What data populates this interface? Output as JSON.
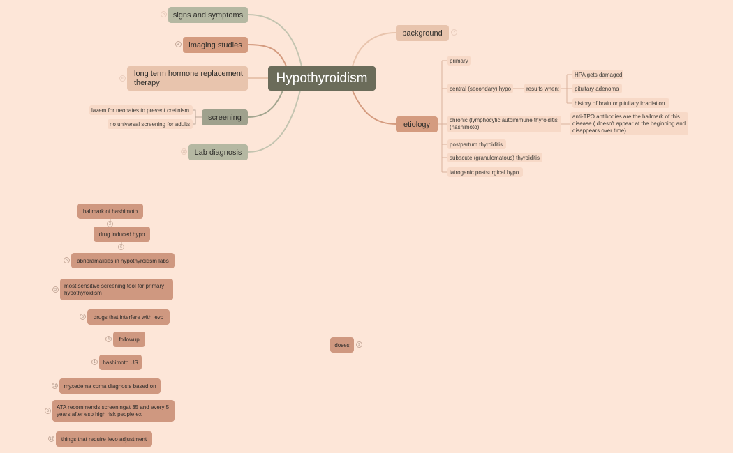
{
  "root": {
    "title": "Hypothyroidism"
  },
  "branches": {
    "signs_and_symptoms": {
      "label": "signs and symptoms",
      "count": "8"
    },
    "imaging_studies": {
      "label": "imaging studies",
      "count": "4"
    },
    "long_term_hrt": {
      "label": "long term hormone replacement therapy",
      "count": "10"
    },
    "screening": {
      "label": "screening",
      "children": [
        "lazem for neonates to prevent cretinism",
        "no universal screening for adults"
      ]
    },
    "lab_diagnosis": {
      "label": "Lab diagnosis",
      "count": "12"
    },
    "background": {
      "label": "background",
      "count": "2"
    },
    "etiology": {
      "label": "etiology",
      "children": {
        "primary": "primary",
        "central": "central (secondary) hypo",
        "results_when": "results when:",
        "results": [
          "HPA gets damaged",
          "pituitary adenoma",
          "history of brain or pituitary irradiation"
        ],
        "chronic": "chronic (lymphocytic autoimmune thyroiditis (hashimoto)",
        "anti_tpo": "anti-TPO antibodies are the hallmark of this disease ( doesn't appear at the beginning and disappears over time)",
        "postpartum": "postpartum thyroiditis",
        "subacute": "subacute (granulomatous) thyroiditis",
        "iatrogenic": "iatrogenic postsurgical hypo"
      }
    }
  },
  "floating": [
    {
      "label": "hallmark of hashimoto",
      "count": "3"
    },
    {
      "label": "drug induced hypo",
      "count": "6"
    },
    {
      "label": "abnoramalities in hypothyroidsm labs",
      "count": "5"
    },
    {
      "label": "most sensitive screening tool for primary hypothyroidism",
      "count": "3"
    },
    {
      "label": "drugs that interfere with levo",
      "count": "5"
    },
    {
      "label": "followup",
      "count": "4"
    },
    {
      "label": "hashimoto US",
      "count": "1"
    },
    {
      "label": "myxedema coma diagnosis based on",
      "count": "12"
    },
    {
      "label": "ATA recommends screeningat 35 and every 5 years after esp high risk people ex",
      "count": "5"
    },
    {
      "label": "things that require levo adjustment",
      "count": "13"
    },
    {
      "label": "doses",
      "count": "9"
    }
  ],
  "colors": {
    "background": "#fde6d8",
    "root": "#6b6c5a",
    "green_branch": "#b5b8a2",
    "brown_branch": "#d49b7f",
    "tan_branch": "#e8c4ad"
  }
}
